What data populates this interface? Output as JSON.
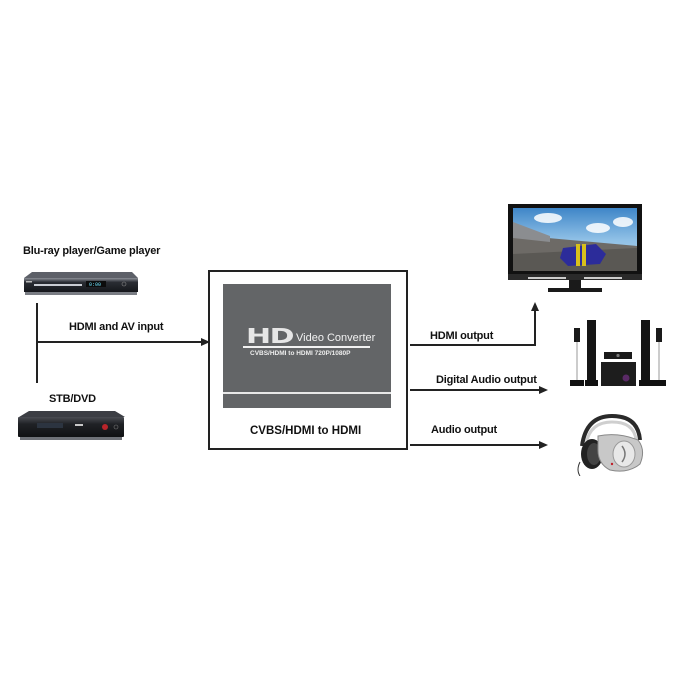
{
  "sources": [
    {
      "label": "Blu-ray player/Game player",
      "device": "bluray-player-icon"
    },
    {
      "label": "STB/DVD",
      "device": "stb-dvd-icon"
    }
  ],
  "input_connection": {
    "label": "HDMI and AV input"
  },
  "converter": {
    "logo": "HD",
    "title": "Video Converter",
    "subtitle": "CVBS/HDMI to HDMI 720P/1080P",
    "caption": "CVBS/HDMI to HDMI",
    "panel_color": "#636567"
  },
  "outputs": [
    {
      "label": "HDMI output",
      "device": "tv-icon"
    },
    {
      "label": "Digital Audio output",
      "device": "home-theater-speakers-icon"
    },
    {
      "label": "Audio output",
      "device": "headphones-icon"
    }
  ],
  "colors": {
    "line": "#222222",
    "text": "#111111",
    "background": "#ffffff"
  }
}
